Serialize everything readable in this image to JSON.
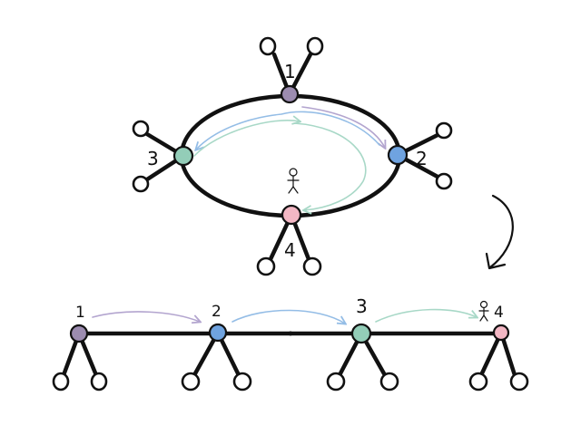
{
  "colors": {
    "node_1": "#9c8cb0",
    "node_2": "#6fa3e0",
    "node_3": "#93cdb8",
    "node_4": "#f3b7c4",
    "arrow_purple": "#b3a5cf",
    "arrow_blue": "#94bde6",
    "arrow_green": "#a8d8c7",
    "line": "#111111"
  },
  "top_ring": {
    "labels": {
      "n1": "1",
      "n2": "2",
      "n3": "3",
      "n4": "4"
    }
  },
  "bottom_line": {
    "labels": {
      "n1": "1",
      "n2": "2",
      "n3": "3",
      "n4": "4"
    }
  },
  "icons": {
    "transition": "curved-down-arrow-icon",
    "user": "person-icon"
  }
}
